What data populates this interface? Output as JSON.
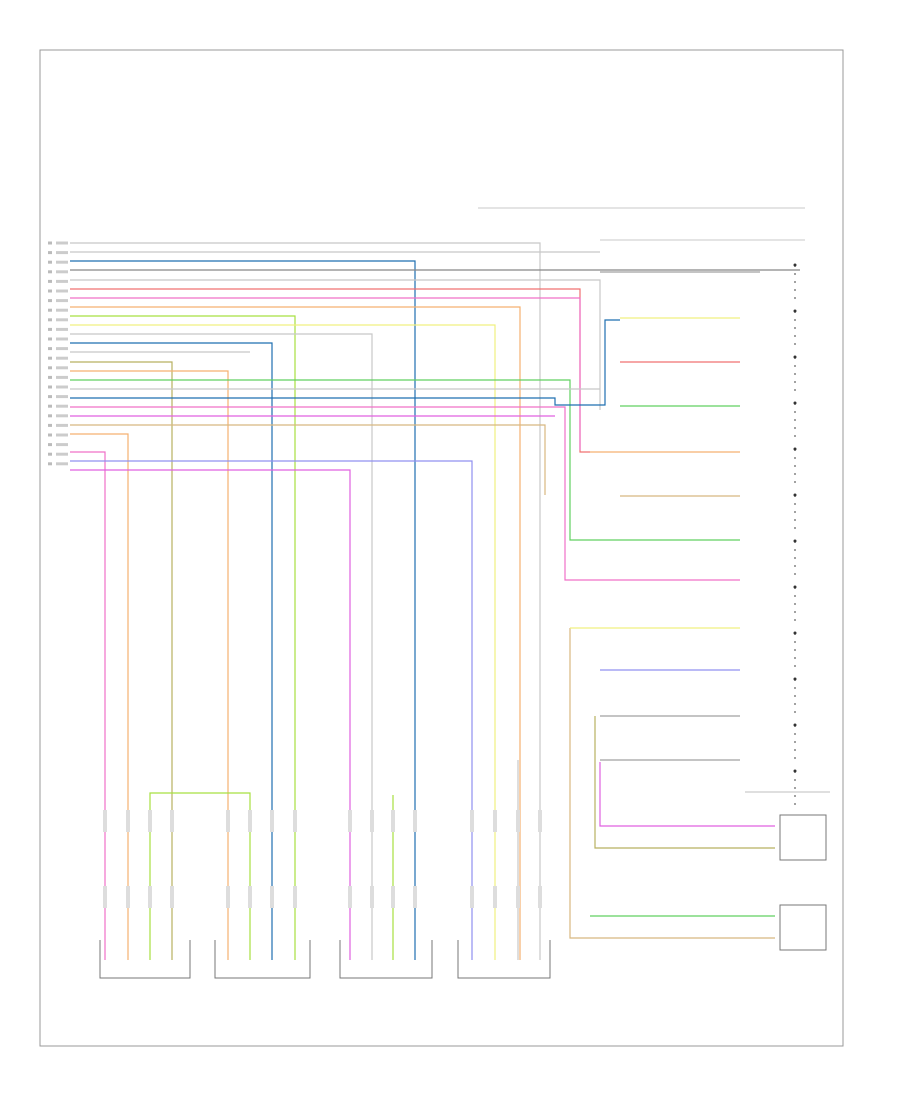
{
  "title": "",
  "footer_code": "",
  "bus_wire_count": 24,
  "wire_colors": {
    "gray": "#c8c8c8",
    "dkgray": "#888888",
    "blue": "#1f6fb0",
    "brown": "#c79a6a",
    "pink": "#f070c8",
    "red": "#f07070",
    "orange": "#f5b070",
    "lime": "#a8e040",
    "yellow": "#f0f080",
    "green": "#60d060",
    "violet": "#9090f0",
    "magenta": "#e060e0",
    "olive": "#b8b060",
    "tan": "#d8b880"
  },
  "connectors": [
    {
      "name": "driver-seat-recline-motor",
      "label": ""
    },
    {
      "name": "driver-seat-horizontal-motor",
      "label": ""
    },
    {
      "name": "driver-seat-front-height-motor",
      "label": ""
    },
    {
      "name": "driver-seat-rear-height-motor",
      "label": ""
    }
  ],
  "right_components": [
    {
      "name": "driver-seat-control-switch",
      "label": ""
    },
    {
      "name": "lumbar-motor-upper",
      "label": ""
    },
    {
      "name": "lumbar-motor-lower",
      "label": ""
    }
  ]
}
